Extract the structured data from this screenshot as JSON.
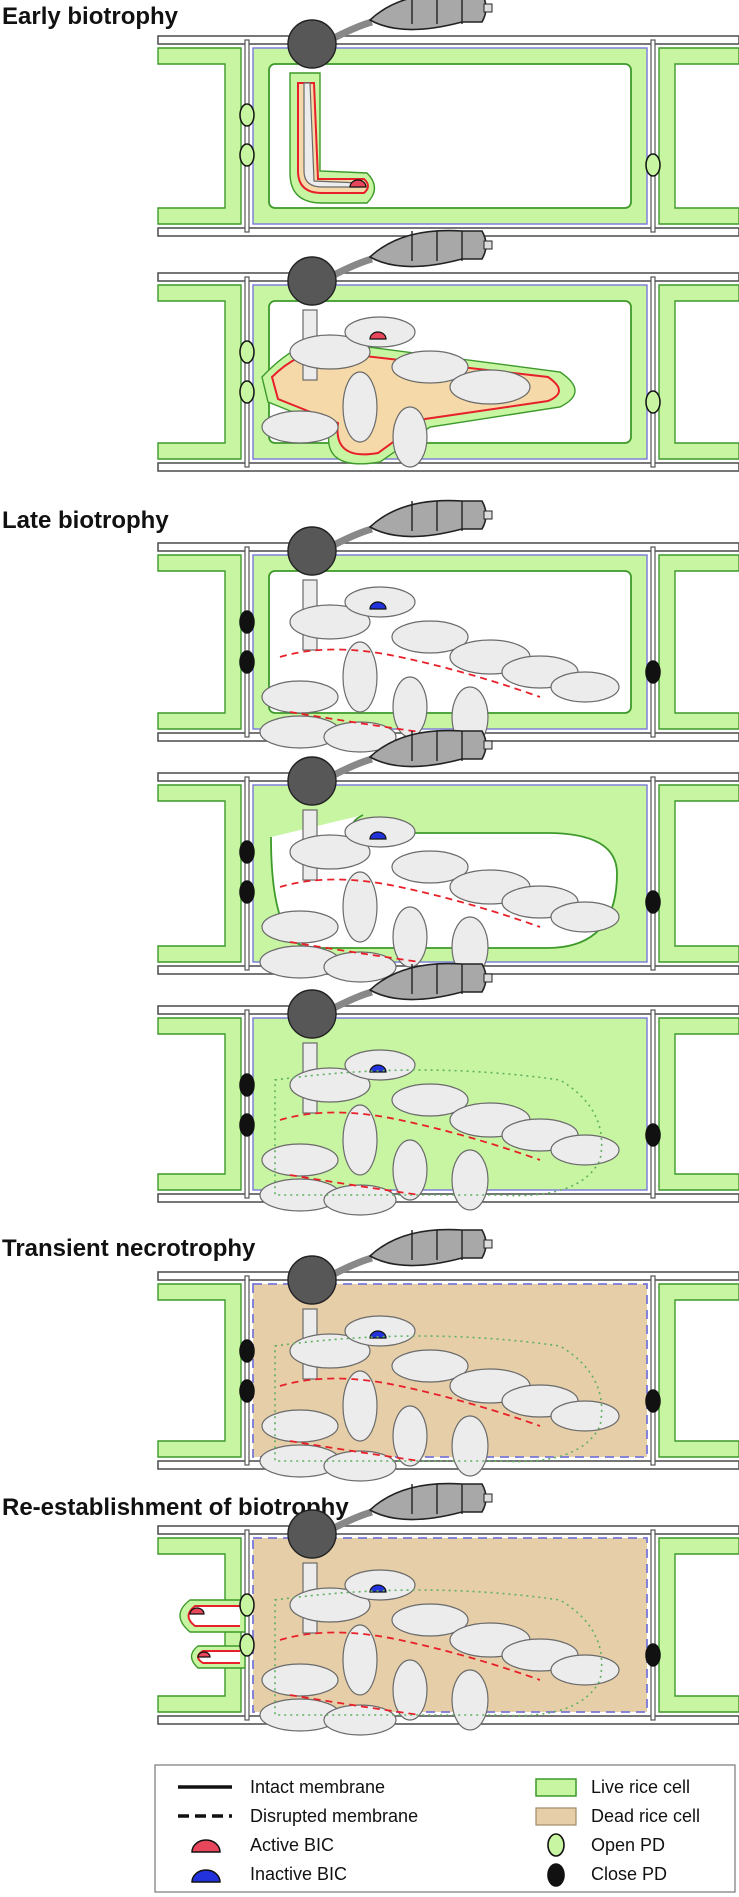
{
  "stages": [
    {
      "id": "early",
      "title": "Early biotrophy"
    },
    {
      "id": "late",
      "title": "Late biotrophy"
    },
    {
      "id": "transient",
      "title": "Transient necrotrophy"
    },
    {
      "id": "reestablish",
      "title": "Re-establishment of biotrophy"
    }
  ],
  "legend": {
    "left": [
      {
        "key": "intact",
        "label": "Intact membrane"
      },
      {
        "key": "disrupted",
        "label": "Disrupted membrane"
      },
      {
        "key": "active_bic",
        "label": "Active BIC"
      },
      {
        "key": "inactive_bic",
        "label": "Inactive BIC"
      }
    ],
    "right": [
      {
        "key": "live",
        "label": "Live rice cell"
      },
      {
        "key": "dead",
        "label": "Dead rice cell"
      },
      {
        "key": "open_pd",
        "label": "Open PD"
      },
      {
        "key": "close_pd",
        "label": "Close PD"
      }
    ]
  },
  "colors": {
    "live_cell": "#c8f5a2",
    "live_cell_edge": "#3d9a2a",
    "dead_cell": "#e6cfa8",
    "hypha_fill": "#ececec",
    "hypha_edge": "#6a6a6a",
    "active_bic": "#e8465a",
    "inactive_bic": "#2233dd",
    "membrane_red": "#e8202a",
    "plasma_membrane": "#7878d8",
    "cell_wall": "#555555",
    "appressorium": "#575757",
    "spore": "#a8a8a8",
    "open_pd": "#c8f5a2",
    "close_pd": "#111111"
  }
}
